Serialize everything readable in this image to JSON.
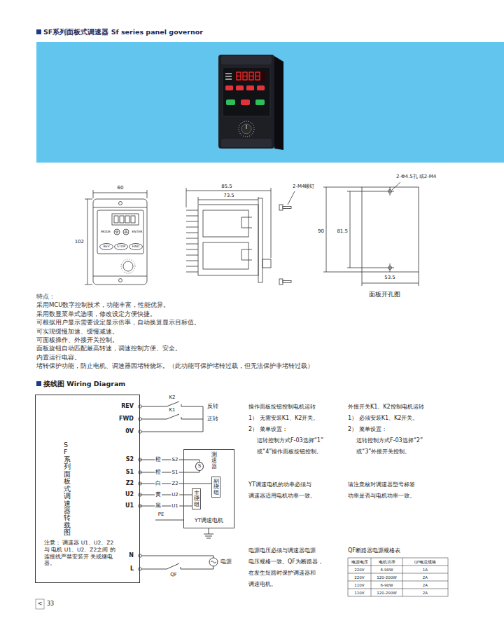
{
  "diagram": {
    "title": "SF系列面板式调速器 Sf series panel governor",
    "nodes": [
      {
        "text": [
          "SF系列面板式调速器转载图",
          "注意： 调速器 U1、U2、Z2与 电机 U1、U2、Z2之间 的连接线严禁安装开 关或继电器。"
        ]
      },
      {
        "text": [
          "YT调速电机"
        ]
      },
      {
        "text": [
          "S"
        ],
        "in": 1
      },
      {
        "text": [
          "主绕组"
        ],
        "in": 1
      },
      {
        "text": [
          "副绕组"
        ],
        "in": 1
      }
    ],
    "edges": [
      {
        "from": 0,
        "to": 2,
        "arrow": "none",
        "label": "橙"
      },
      {
        "from": 0,
        "to": 2,
        "arrow": "none",
        "label": "橙"
      },
      {
        "from": 0,
        "to": 4,
        "arrow": "none",
        "label": "白"
      },
      {
        "from": 0,
        "to": 3,
        "arrow": "none",
        "label": "黄"
      },
      {
        "from": 0,
        "to": 3,
        "arrow": "none",
        "label": "黑"
      }
    ],
    "labels": [
      "接线图 Wiring Diagram",
      "特点：",
      "采用MCU数字控制技术，功能丰富，性能优异。",
      "采用数显菜单式选项，修改设定方便快捷。",
      "可根据用户显示需要设定显示倍率，自动换算显示目标值。",
      "可实现缓慢加速、缓慢减速。",
      "可面板操作、外接开关控制。",
      "面板旋钮自动匹配最高转速，调速控制方便、安全。",
      "内置运行电容。",
      "堵转保护功能，防止电机、调速器因堵转烧坏。（此功能可保护堵转过载，但无法保护非堵转过载）",
      "60",
      "102",
      "MODE",
      "ENTER",
      "REV",
      "STOP",
      "FWD",
      "85.5",
      "73.5",
      "2-M4螺钉",
      "2-Φ4.5孔 或2-M4",
      "90",
      "81.5",
      "53.5",
      "面板开孔图",
      "REV",
      "FWD",
      "0V",
      "S2",
      "S1",
      "Z2",
      "U2",
      "U1",
      "N",
      "L",
      "K2",
      "K1",
      "反转",
      "正转",
      "S2",
      "S1",
      "Z2",
      "U2",
      "U1",
      "测速器",
      "PE",
      "QF",
      "电源",
      "操作面板按钮控制电机运转",
      "1） 无需安装K1、K2开关。",
      "2） 菜单设置：",
      "运转控制方式F-03选择“1”",
      "或“4”操作面板按钮控制。",
      "外接开关K1、K2控制电机运转",
      "1） 必须安装K1、K2开关。",
      "2） 菜单设置：",
      "运转控制方式F-03选择“2”",
      "或“3”外接开关控制。",
      "YT调速电机的功率必须与",
      "调速器适用电机功率一致。",
      "请注意核对调速器型号标签",
      "功率是否与电机功率一致。",
      "电源电压必须与调速器电源",
      "电压规格一致。QF为断路器，",
      "在发生短路时保护调速器和",
      "调速电机。",
      "QF断路器电源规格表",
      "电源电压",
      "电机功率",
      "QF电流规格",
      "220V",
      "6-90W",
      "1A",
      "220V",
      "120-200W",
      "2A",
      "110V",
      "6-90W",
      "2A",
      "110V",
      "120-200W",
      "2A",
      "<",
      "33"
    ]
  }
}
